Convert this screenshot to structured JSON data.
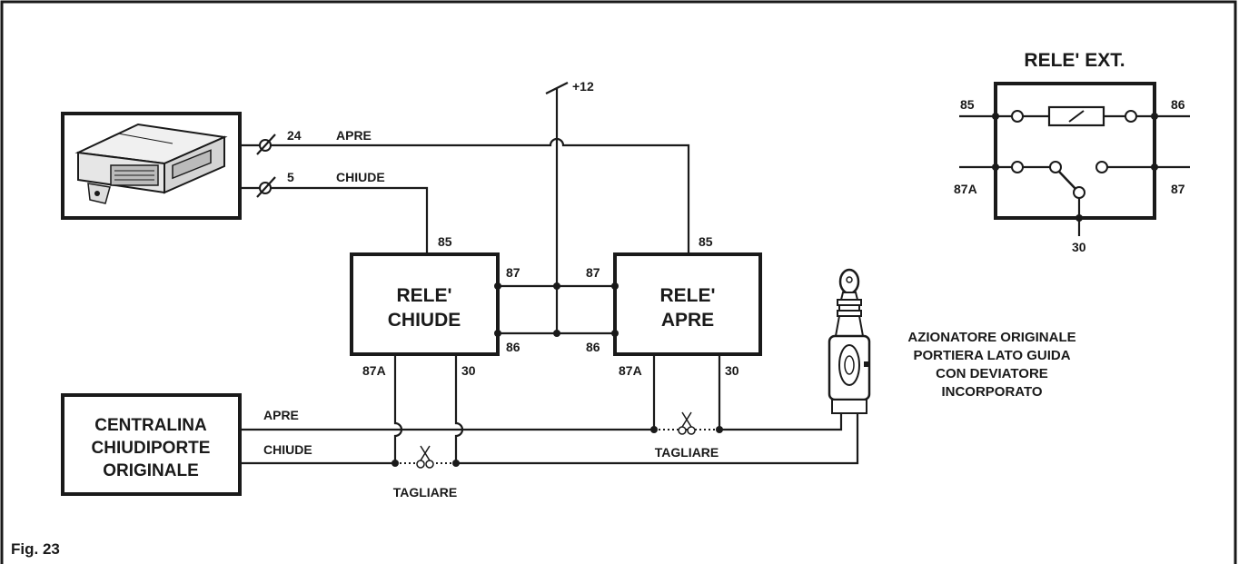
{
  "figure": {
    "caption": "Fig. 23"
  },
  "ecu": {
    "pin_open": "24",
    "pin_close": "5",
    "label_open": "APRE",
    "label_close": "CHIUDE"
  },
  "supply": {
    "label": "+12"
  },
  "relay_close": {
    "line1": "RELE'",
    "line2": "CHIUDE",
    "pin_85": "85",
    "pin_87": "87",
    "pin_86": "86",
    "pin_87a": "87A",
    "pin_30": "30"
  },
  "relay_open": {
    "line1": "RELE'",
    "line2": "APRE",
    "pin_85": "85",
    "pin_87": "87",
    "pin_86": "86",
    "pin_87a": "87A",
    "pin_30": "30"
  },
  "original_unit": {
    "line1": "CENTRALINA",
    "line2": "CHIUDIPORTE",
    "line3": "ORIGINALE",
    "label_open": "APRE",
    "label_close": "CHIUDE"
  },
  "cut": {
    "label_1": "TAGLIARE",
    "label_2": "TAGLIARE"
  },
  "actuator": {
    "line1": "AZIONATORE ORIGINALE",
    "line2": "PORTIERA LATO GUIDA",
    "line3": "CON DEVIATORE",
    "line4": "INCORPORATO"
  },
  "relay_ext": {
    "title": "RELE' EXT.",
    "pin_85": "85",
    "pin_86": "86",
    "pin_87a": "87A",
    "pin_87": "87",
    "pin_30": "30"
  },
  "colors": {
    "ink": "#1a1a1a",
    "background": "#ffffff",
    "device_body": "#e6e6e6"
  }
}
